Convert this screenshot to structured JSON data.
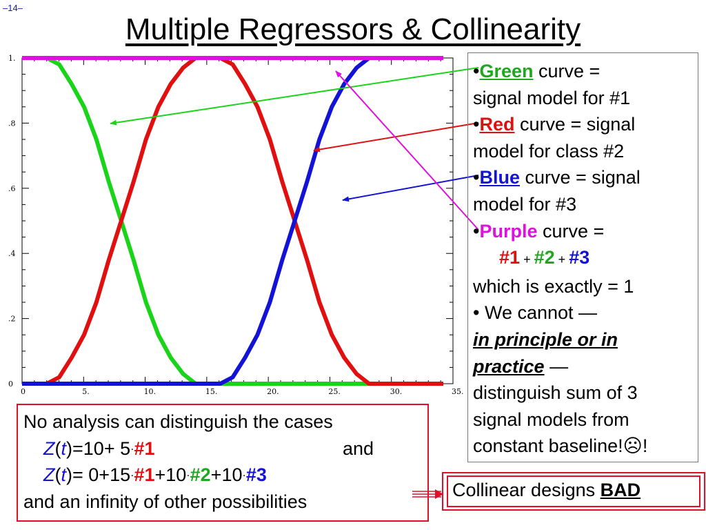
{
  "slide_number": "–14–",
  "title": "Multiple Regressors & Collinearity",
  "legend": {
    "bullet": "•",
    "green_word": "Green",
    "green_rest": " curve =",
    "green_line2": "signal model for #1",
    "red_word": "Red",
    "red_rest": " curve = signal",
    "red_line2": "model for class #2",
    "blue_word": "Blue",
    "blue_rest": " curve = signal",
    "blue_line2": "model for #3",
    "purple_word": "Purple",
    "purple_rest": " curve =",
    "sum_1": "#1",
    "sum_plus": "+",
    "sum_2": "#2",
    "sum_3": "#3",
    "exactly": "which is exactly = 1",
    "cannot": "• We cannot —",
    "principle": "in principle or in",
    "practice": "practice",
    "dash": " —",
    "distinguish1": "distinguish sum of 3",
    "distinguish2": "signal models from",
    "distinguish3": "constant baseline!",
    "frown": "☹",
    "excl": "!"
  },
  "cases": {
    "line1": "No analysis can distinguish the cases",
    "z": "Z",
    "t": "t",
    "paren_open": "(",
    "paren_close": ")",
    "eq1": "=10+  5",
    "dot": "·",
    "n1": "#1",
    "and": "and",
    "eq2a": "=  0+15",
    "eq2b": "+10",
    "n2": "#2",
    "eq2c": "+10",
    "n3": "#3",
    "line4": "and an infinity of other possibilities"
  },
  "bad_box": {
    "text": "Collinear designs ",
    "bad": "BAD"
  },
  "chart_data": {
    "type": "line",
    "xlim": [
      0,
      35
    ],
    "ylim": [
      0,
      1
    ],
    "x_ticks": [
      "0",
      "5.",
      "10.",
      "15.",
      "20.",
      "25.",
      "30.",
      "35."
    ],
    "y_ticks": [
      "0",
      ".2",
      ".4",
      ".6",
      ".8",
      "1."
    ],
    "x": [
      0,
      1,
      2,
      3,
      4,
      5,
      6,
      7,
      8,
      9,
      10,
      11,
      12,
      13,
      14,
      15,
      16,
      17,
      18,
      19,
      20,
      21,
      22,
      23,
      24,
      25,
      26,
      27,
      28,
      29,
      30,
      31,
      32,
      33,
      34
    ],
    "series": [
      {
        "color": "#19d419",
        "values": [
          1,
          1,
          1,
          0.98,
          0.92,
          0.85,
          0.75,
          0.62,
          0.5,
          0.38,
          0.25,
          0.15,
          0.08,
          0.03,
          0,
          0,
          0,
          0,
          0,
          0,
          0,
          0,
          0,
          0,
          0,
          0,
          0,
          0,
          0,
          0,
          0,
          0,
          0,
          0,
          0
        ]
      },
      {
        "color": "#e01010",
        "values": [
          0,
          0,
          0,
          0.02,
          0.08,
          0.15,
          0.25,
          0.38,
          0.5,
          0.62,
          0.75,
          0.85,
          0.92,
          0.97,
          1,
          1,
          1,
          0.98,
          0.92,
          0.85,
          0.75,
          0.62,
          0.5,
          0.38,
          0.25,
          0.15,
          0.08,
          0.03,
          0,
          0,
          0,
          0,
          0,
          0,
          0
        ]
      },
      {
        "color": "#1313d6",
        "values": [
          0,
          0,
          0,
          0,
          0,
          0,
          0,
          0,
          0,
          0,
          0,
          0,
          0,
          0,
          0,
          0,
          0,
          0.02,
          0.08,
          0.15,
          0.25,
          0.38,
          0.5,
          0.62,
          0.75,
          0.85,
          0.92,
          0.97,
          1,
          1,
          1,
          1,
          1,
          1,
          1
        ]
      },
      {
        "color": "#e010e0",
        "values": [
          1,
          1,
          1,
          1,
          1,
          1,
          1,
          1,
          1,
          1,
          1,
          1,
          1,
          1,
          1,
          1,
          1,
          1,
          1,
          1,
          1,
          1,
          1,
          1,
          1,
          1,
          1,
          1,
          1,
          1,
          1,
          1,
          1,
          1,
          1
        ]
      }
    ]
  },
  "colors": {
    "green": "#19d419",
    "red": "#e01010",
    "blue": "#1313d6",
    "purple": "#e010e0",
    "box_red": "#e0102a"
  }
}
